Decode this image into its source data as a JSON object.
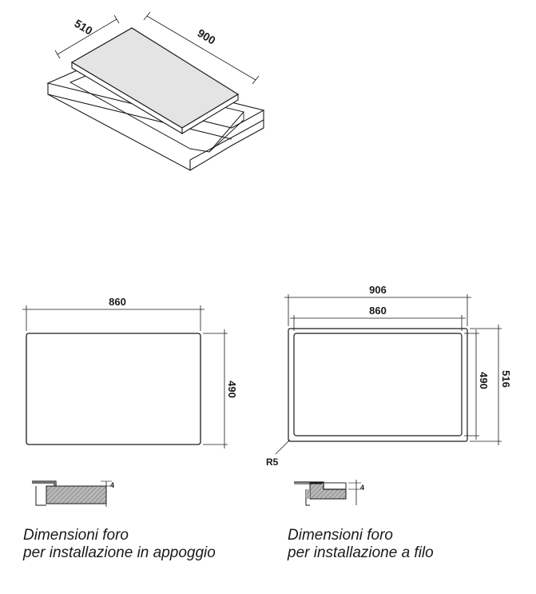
{
  "perspective": {
    "depth_label": "510",
    "width_label": "900"
  },
  "overlay_cutout": {
    "width_label": "860",
    "height_label": "490",
    "detail_thickness_label": "4"
  },
  "flush_cutout": {
    "outer_width_label": "906",
    "inner_width_label": "860",
    "inner_height_label": "490",
    "outer_height_label": "516",
    "radius_label": "R5",
    "detail_thickness_label": "4"
  },
  "captions": {
    "overlay_line1": "Dimensioni foro",
    "overlay_line2": "per installazione in appoggio",
    "flush_line1": "Dimensioni foro",
    "flush_line2": "per installazione a filo"
  },
  "colors": {
    "line": "#1a1a1a",
    "hob_fill": "#e4e4e4",
    "hatch": "#9a9a9a"
  }
}
